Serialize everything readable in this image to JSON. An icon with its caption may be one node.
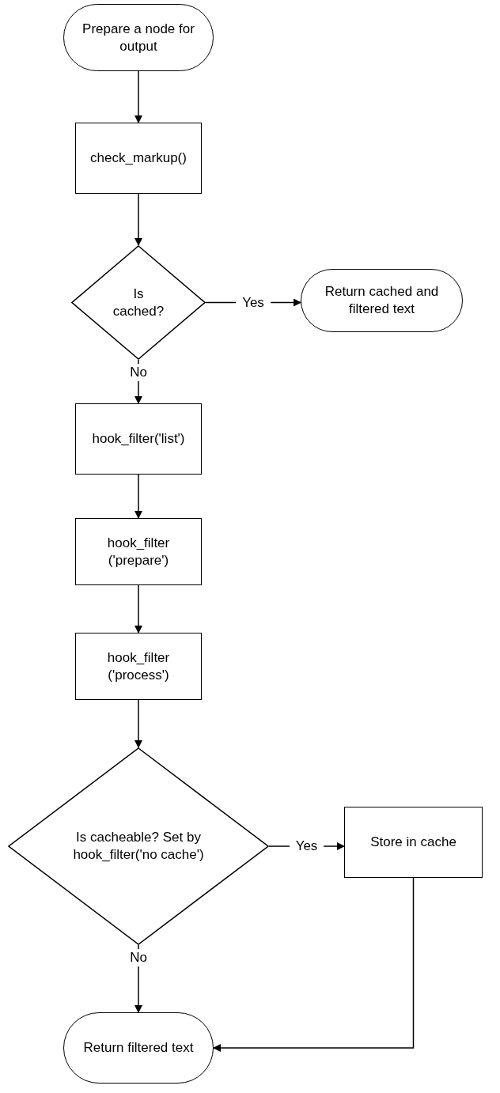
{
  "diagram": {
    "nodes": [
      {
        "text": [
          "Prepare a node for output"
        ]
      },
      {
        "text": [
          "check_markup()"
        ]
      },
      {
        "text": [
          "Is cached?"
        ]
      },
      {
        "text": [
          "Return cached and filtered text"
        ]
      },
      {
        "text": [
          "hook_filter('list')"
        ]
      },
      {
        "text": [
          "hook_filter ('prepare')"
        ]
      },
      {
        "text": [
          "hook_filter ('process')"
        ]
      },
      {
        "text": [
          "Is cacheable? Set by hook_filter('no cache')"
        ]
      },
      {
        "text": [
          "Store in cache"
        ]
      },
      {
        "text": [
          "Return filtered text"
        ]
      }
    ],
    "edges": [
      {
        "from": 0,
        "to": 1,
        "arrow": "to"
      },
      {
        "from": 1,
        "to": 2,
        "arrow": "to"
      },
      {
        "from": 2,
        "to": 3,
        "arrow": "to",
        "label": "Yes"
      },
      {
        "from": 2,
        "to": 4,
        "arrow": "to",
        "label": "No"
      },
      {
        "from": 4,
        "to": 5,
        "arrow": "to"
      },
      {
        "from": 5,
        "to": 6,
        "arrow": "to"
      },
      {
        "from": 6,
        "to": 7,
        "arrow": "to"
      },
      {
        "from": 7,
        "to": 8,
        "arrow": "to",
        "label": "Yes"
      },
      {
        "from": 7,
        "to": 9,
        "arrow": "to",
        "label": "No"
      },
      {
        "from": 8,
        "to": 9,
        "arrow": "to"
      }
    ]
  }
}
